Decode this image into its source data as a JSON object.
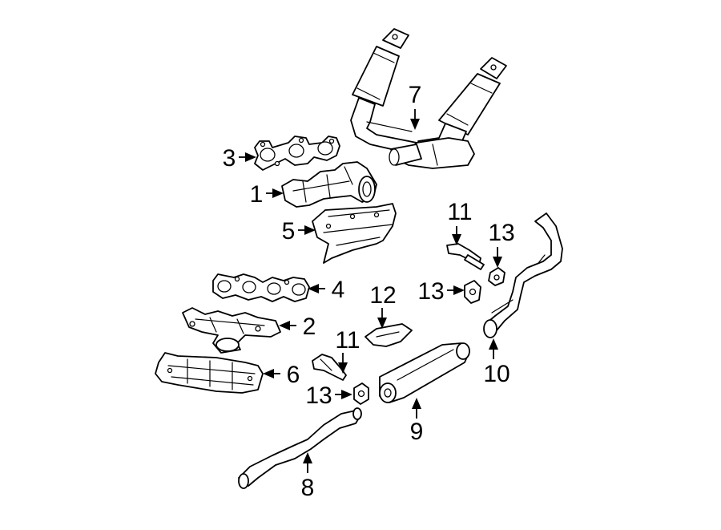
{
  "callouts": [
    {
      "id": "c1",
      "text": "1"
    },
    {
      "id": "c2",
      "text": "2"
    },
    {
      "id": "c3",
      "text": "3"
    },
    {
      "id": "c4",
      "text": "4"
    },
    {
      "id": "c5",
      "text": "5"
    },
    {
      "id": "c6",
      "text": "6"
    },
    {
      "id": "c7",
      "text": "7"
    },
    {
      "id": "c8",
      "text": "8"
    },
    {
      "id": "c9",
      "text": "9"
    },
    {
      "id": "c10",
      "text": "10"
    },
    {
      "id": "c11a",
      "text": "11"
    },
    {
      "id": "c11b",
      "text": "11"
    },
    {
      "id": "c12",
      "text": "12"
    },
    {
      "id": "c13a",
      "text": "13"
    },
    {
      "id": "c13b",
      "text": "13"
    },
    {
      "id": "c13c",
      "text": "13"
    }
  ],
  "colors": {
    "line": "#000000",
    "background": "#ffffff"
  }
}
